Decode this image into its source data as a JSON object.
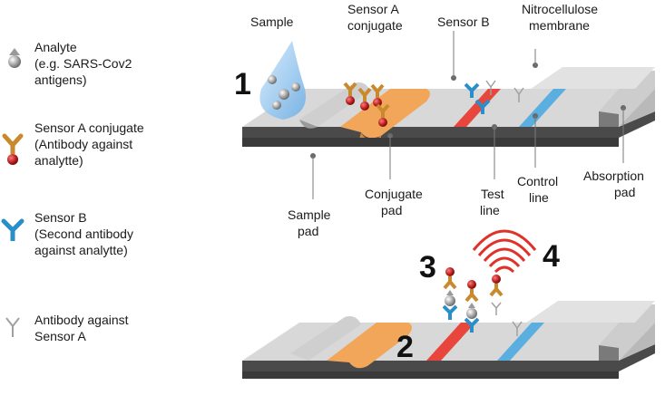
{
  "legend": {
    "analyte": [
      "Analyte",
      "(e.g. SARS-Cov2",
      "antigens)"
    ],
    "sensor_a": [
      "Sensor A conjugate",
      "(Antibody against",
      "analytte)"
    ],
    "sensor_b": [
      "Sensor B",
      "(Second antibody",
      "against analytte)"
    ],
    "antibody_a": [
      "Antibody against",
      "Sensor A"
    ]
  },
  "labels": {
    "sample": "Sample",
    "sensor_a_conj": [
      "Sensor A",
      "conjugate"
    ],
    "sensor_b": "Sensor B",
    "nitro": [
      "Nitrocellulose",
      "membrane"
    ],
    "conjugate_pad": [
      "Conjugate",
      "pad"
    ],
    "sample_pad": [
      "Sample",
      "pad"
    ],
    "test_line": [
      "Test",
      "line"
    ],
    "control_line": [
      "Control",
      "line"
    ],
    "absorption_pad": [
      "Absorption",
      "pad"
    ]
  },
  "steps": [
    "1",
    "2",
    "3",
    "4"
  ],
  "colors": {
    "strip_top": "#d6d6d6",
    "strip_side": "#4a4a4a",
    "conjugate_pad": "#f2a65a",
    "test_line": "#e8453c",
    "control_line": "#5aaee0",
    "sensor_a": "#c98a2e",
    "sensor_b": "#2a8fc9",
    "red_bead": "#b31b1b",
    "sample_drop": "#9ec9ef",
    "signal": "#e0322a"
  }
}
